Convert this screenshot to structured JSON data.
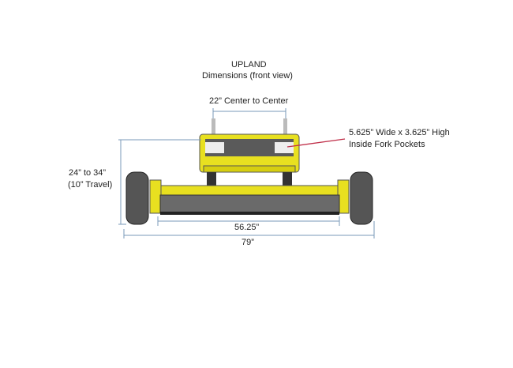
{
  "title": "UPLAND",
  "subtitle": "Dimensions (front view)",
  "labels": {
    "center_to_center": "22” Center to Center",
    "height_range": "24” to 34”",
    "travel": "(10” Travel)",
    "deck_width": "56.25”",
    "overall_width": "79”",
    "fork_pockets_line1": "5.625” Wide x 3.625” High",
    "fork_pockets_line2": "Inside Fork Pockets"
  },
  "colors": {
    "frame": "#e8e020",
    "tire": "#555555",
    "deck": "#6a6a6a",
    "dim": "#7a9ab8",
    "arrow": "#c0304a"
  }
}
